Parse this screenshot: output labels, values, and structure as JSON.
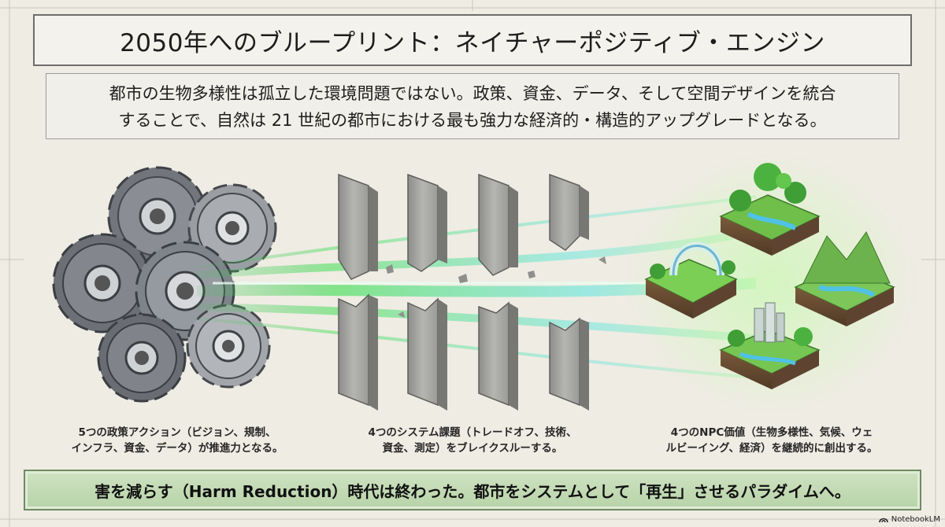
{
  "title": "2050年へのブループリント：ネイチャーポジティブ・エンジン",
  "intro": {
    "line1": "都市の生物多様性は孤立した環境問題ではない。政策、資金、データ、そして空間デザインを統合",
    "line2": "することで、自然は 21 世紀の都市における最も強力な経済的・構造的アップグレードとなる。"
  },
  "captions": {
    "gears": {
      "line1": "5つの政策アクション（ビジョン、規制、",
      "line2": "インフラ、資金、データ）が推進力となる。"
    },
    "walls": {
      "line1": "4つのシステム課題（トレードオフ、技術、",
      "line2": "資金、測定）をブレイクスルーする。"
    },
    "islands": {
      "line1": "4つのNPC価値（生物多様性、気候、ウェ",
      "line2": "ルビーイング、経済）を継続的に創出する。"
    }
  },
  "banner": "害を減らす（Harm Reduction）時代は終わった。都市をシステムとして「再生」させるパラダイムへ。",
  "brand": "NotebookLM",
  "colors": {
    "banner_bg": "#c3dab4",
    "flow_green": "#6fe07a",
    "flow_cyan": "#7ee6e0",
    "gear_gray": "#7b7f85",
    "wall_gray": "#a9a9a6"
  }
}
